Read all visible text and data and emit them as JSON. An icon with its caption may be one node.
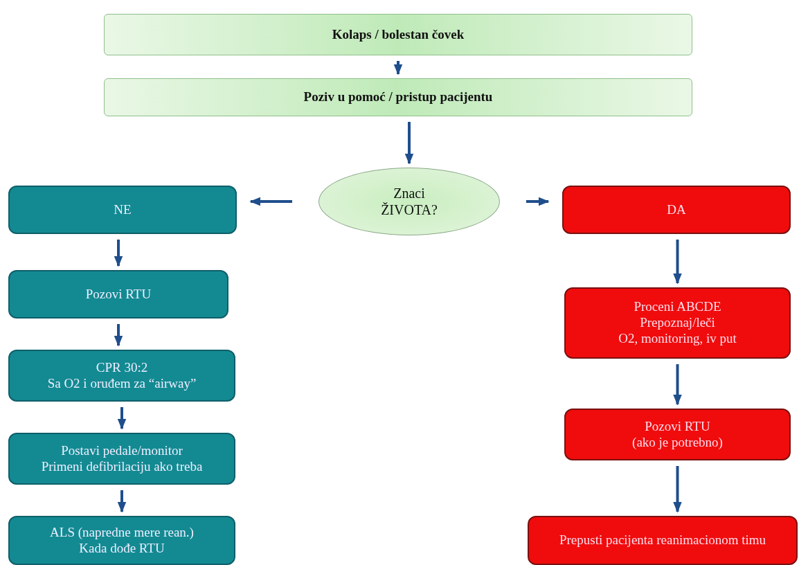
{
  "diagram": {
    "nodes": [
      {
        "text": [
          "Kolaps / bolestan čovek"
        ]
      },
      {
        "text": [
          "Poziv u pomoć / pristup pacijentu"
        ]
      },
      {
        "text": [
          "Znaci ŽIVOTA?"
        ]
      },
      {
        "text": [
          "NE"
        ]
      },
      {
        "text": [
          "Pozovi RTU"
        ]
      },
      {
        "text": [
          "CPR 30:2",
          "Sa O2 i oruđem za “airway”"
        ]
      },
      {
        "text": [
          "Postavi pedale/monitor",
          "Primeni defibrilaciju ako treba"
        ]
      },
      {
        "text": [
          "ALS (napredne mere rean.)",
          "Kada dođe RTU"
        ]
      },
      {
        "text": [
          "DA"
        ]
      },
      {
        "text": [
          "Proceni ABCDE",
          "Prepoznaj/leči",
          "O2, monitoring, iv put"
        ]
      },
      {
        "text": [
          "Pozovi RTU",
          "(ako je potrebno)"
        ]
      },
      {
        "text": [
          "Prepusti pacijenta reanimacionom timu"
        ]
      }
    ],
    "edges": [
      {
        "from": 0,
        "to": 1,
        "arrow": "to"
      },
      {
        "from": 1,
        "to": 2,
        "arrow": "to"
      },
      {
        "from": 2,
        "to": 3,
        "arrow": "to"
      },
      {
        "from": 2,
        "to": 8,
        "arrow": "to"
      },
      {
        "from": 3,
        "to": 4,
        "arrow": "to"
      },
      {
        "from": 4,
        "to": 5,
        "arrow": "to"
      },
      {
        "from": 5,
        "to": 6,
        "arrow": "to"
      },
      {
        "from": 6,
        "to": 7,
        "arrow": "to"
      },
      {
        "from": 8,
        "to": 9,
        "arrow": "to"
      },
      {
        "from": 9,
        "to": 10,
        "arrow": "to"
      },
      {
        "from": 10,
        "to": 11,
        "arrow": "to"
      }
    ]
  }
}
